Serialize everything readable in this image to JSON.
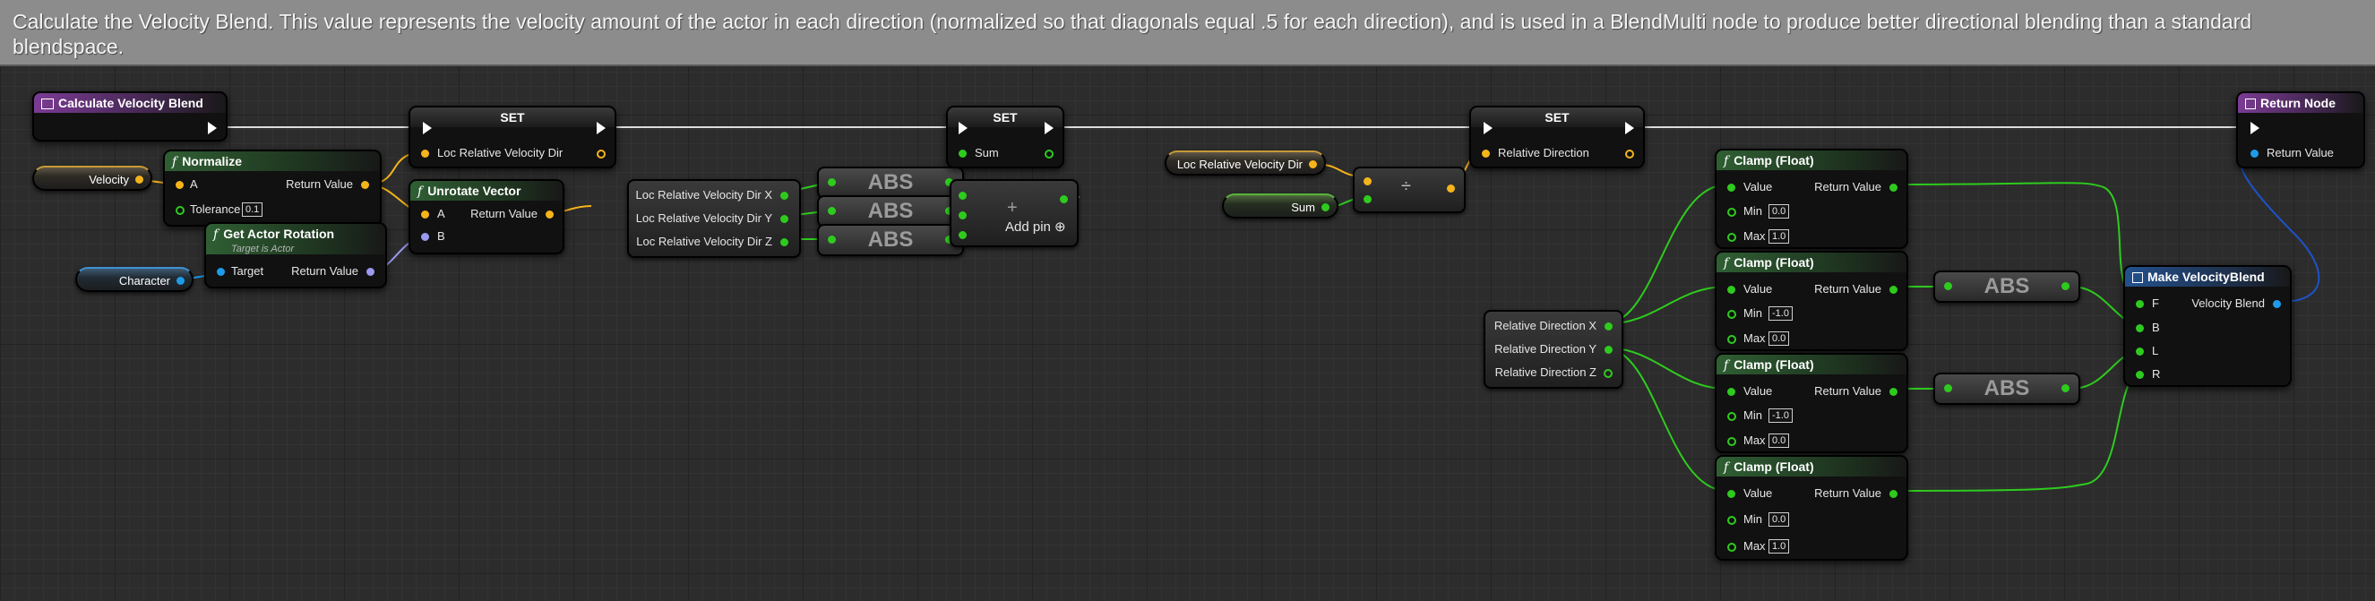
{
  "comment": "Calculate the Velocity Blend. This value represents the velocity amount of the actor in each direction (normalized so that diagonals equal .5 for each direction), and is used in a BlendMulti node to produce better directional blending than a standard blendspace.",
  "event_node": {
    "title": "Calculate Velocity Blend"
  },
  "velocity_var": "Velocity",
  "character_var": "Character",
  "normalize": {
    "title": "Normalize",
    "pin_a": "A",
    "tolerance_label": "Tolerance",
    "tolerance_value": "0.1",
    "return": "Return Value"
  },
  "get_actor_rotation": {
    "title": "Get Actor Rotation",
    "subtitle": "Target is Actor",
    "target": "Target",
    "return": "Return Value"
  },
  "set1": {
    "title": "SET",
    "var": "Loc Relative Velocity Dir"
  },
  "unrotate": {
    "title": "Unrotate Vector",
    "pin_a": "A",
    "pin_b": "B",
    "return": "Return Value"
  },
  "break_vector": {
    "x": "Loc Relative Velocity Dir X",
    "y": "Loc Relative Velocity Dir Y",
    "z": "Loc Relative Velocity Dir Z"
  },
  "abs_label": "ABS",
  "add_node": {
    "symbol": "+",
    "add_pin": "Add pin",
    "add_pin_icon": "⊕"
  },
  "set2": {
    "title": "SET",
    "var": "Sum"
  },
  "loc_rel_dir_var": "Loc Relative Velocity Dir",
  "sum_var": "Sum",
  "divide_symbol": "÷",
  "set3": {
    "title": "SET",
    "var": "Relative Direction"
  },
  "break_rel": {
    "x": "Relative Direction X",
    "y": "Relative Direction Y",
    "z": "Relative Direction Z"
  },
  "clamp_title": "Clamp (Float)",
  "clamp_labels": {
    "value": "Value",
    "min": "Min",
    "max": "Max",
    "return": "Return Value"
  },
  "clamps": [
    {
      "min": "0.0",
      "max": "1.0"
    },
    {
      "min": "-1.0",
      "max": "0.0"
    },
    {
      "min": "-1.0",
      "max": "0.0"
    },
    {
      "min": "0.0",
      "max": "1.0"
    }
  ],
  "make_velocity_blend": {
    "title": "Make VelocityBlend",
    "f": "F",
    "b": "B",
    "l": "L",
    "r": "R",
    "out": "Velocity Blend"
  },
  "return_node": {
    "title": "Return Node",
    "return": "Return Value"
  },
  "colors": {
    "exec": "#ffffff",
    "float": "#2ecb1e",
    "vector": "#f5b41a",
    "object": "#1e9be8",
    "struct": "#1e52c8",
    "rotator": "#9a9af0"
  }
}
